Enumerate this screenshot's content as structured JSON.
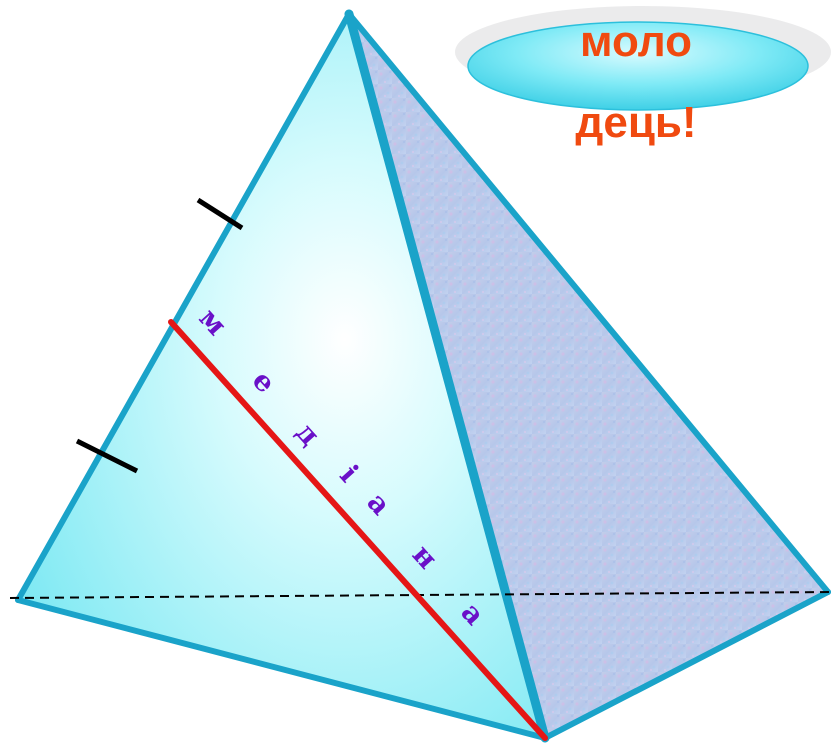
{
  "badge": {
    "line1": "моло",
    "line2": "дець!",
    "text_color": "#f04a10",
    "fill_color": "#5fe3f2"
  },
  "median_label": {
    "letters": [
      "м",
      "е",
      "д",
      "і",
      "а",
      "н",
      "а"
    ],
    "color": "#6a10c8"
  },
  "colors": {
    "edge": "#1aa3c9",
    "front_face": "#8ff0f7",
    "side_face": "#b8c8e8",
    "median_line": "#e51616",
    "dashed_line": "#000000",
    "tick_marks": "#000000"
  }
}
